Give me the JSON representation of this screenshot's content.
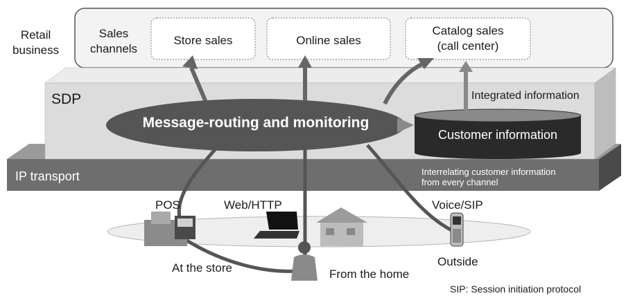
{
  "retail": {
    "label_line1": "Retail",
    "label_line2": "business",
    "channels_label_line1": "Sales",
    "channels_label_line2": "channels",
    "boxes": [
      {
        "line1": "Store sales",
        "line2": ""
      },
      {
        "line1": "Online sales",
        "line2": ""
      },
      {
        "line1": "Catalog sales",
        "line2": "(call center)"
      }
    ]
  },
  "sdp": {
    "label": "SDP",
    "routing": "Message-routing and monitoring",
    "integrated": "Integrated information",
    "customer_db": "Customer information"
  },
  "ip": {
    "label": "IP transport",
    "note_line1": "Interrelating customer information",
    "note_line2": "from every channel"
  },
  "channels": {
    "pos": "POS",
    "web": "Web/HTTP",
    "voice": "Voice/SIP",
    "store": "At the store",
    "home": "From the home",
    "outside": "Outside"
  },
  "footnote": "SIP: Session initiation protocol",
  "colors": {
    "ellipse": "#555555",
    "ip_bar": "#6e6e6e",
    "sdp_box": "#dcdcdc",
    "arrow": "#666666"
  }
}
